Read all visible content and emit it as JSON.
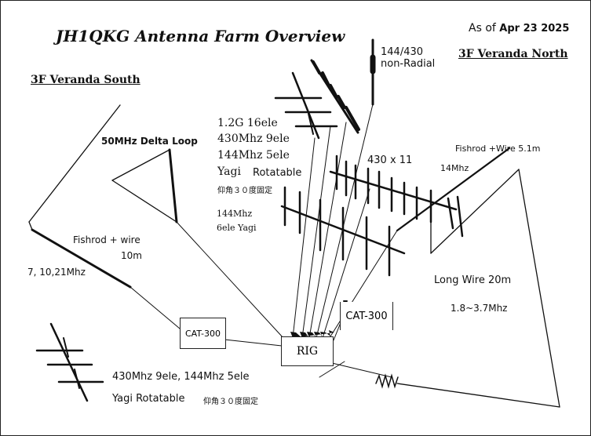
{
  "title": "JH1QKG Antenna Farm Overview",
  "as_of_label": "As of",
  "as_of_date": "Apr 23 2025",
  "sections": {
    "south": "3F Veranda South",
    "north": "3F Veranda North"
  },
  "labels": {
    "delta_loop": "50MHz Delta Loop",
    "fishrod_south_1": "Fishrod + wire",
    "fishrod_south_2": "10m",
    "bands_south": "7, 10,21Mhz",
    "yagi_top_1": "1.2G 16ele",
    "yagi_top_2": "430Mhz 9ele",
    "yagi_top_3": "144Mhz 5ele",
    "yagi_top_4": "Yagi",
    "yagi_top_rot": "Rotatable",
    "yagi_top_elev": "仰角３０度固定",
    "yagi144_1": "144Mhz",
    "yagi144_2": "6ele Yagi",
    "vertical_1": "144/430",
    "vertical_2": "non-Radial",
    "yagi430x11": "430 x 11",
    "fishrod_north": "Fishrod +Wire  5.1m",
    "mhz14": "14Mhz",
    "longwire": "Long Wire 20m",
    "longwire_bands": "1.8~3.7Mhz",
    "yagi_bottom_1": "430Mhz 9ele, 144Mhz 5ele",
    "yagi_bottom_2": "Yagi Rotatable",
    "yagi_bottom_elev": "仰角３０度固定"
  },
  "boxes": {
    "tuner_left": "CAT-300",
    "tuner_right": "CAT-300",
    "rig": "RIG"
  }
}
